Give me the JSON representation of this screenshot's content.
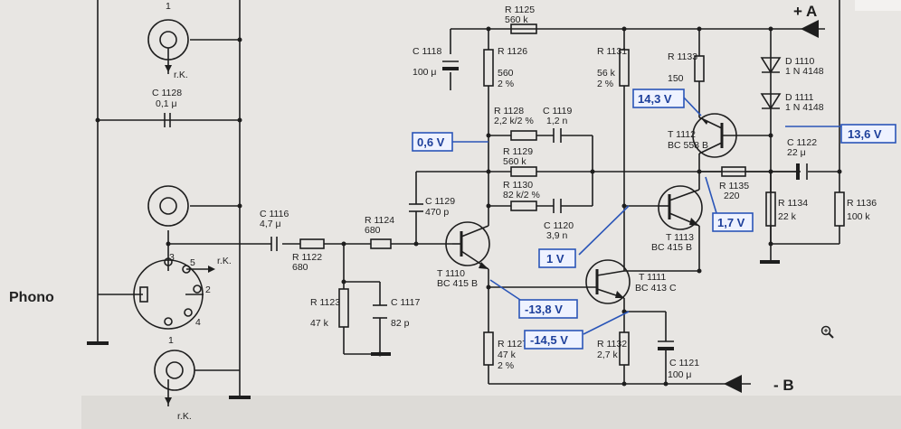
{
  "title": "Phono",
  "rails": {
    "pos": "+ A",
    "neg": "- B"
  },
  "jack_labels": {
    "top_pin": "1",
    "top_rk": "r.K.",
    "din_pins": [
      "3",
      "5",
      "2",
      "4",
      "1"
    ],
    "din_rk": "r.K.",
    "bottom_rk": "r.K."
  },
  "components": [
    {
      "id": "C 1128",
      "val": "0,1 μ"
    },
    {
      "id": "C 1116",
      "val": "4,7 μ"
    },
    {
      "id": "R 1122",
      "val": "680"
    },
    {
      "id": "R 1124",
      "val": "680"
    },
    {
      "id": "R 1123",
      "val": "47 k"
    },
    {
      "id": "C 1117",
      "val": "82 p"
    },
    {
      "id": "C 1129",
      "val": "470 p"
    },
    {
      "id": "C 1118",
      "val": "100 μ"
    },
    {
      "id": "R 1126",
      "val": "560",
      "tol": "2 %"
    },
    {
      "id": "R 1125",
      "val": "560 k"
    },
    {
      "id": "R 1128",
      "val": "2,2 k/2 %"
    },
    {
      "id": "C 1119",
      "val": "1,2 n"
    },
    {
      "id": "R 1129",
      "val": "560 k"
    },
    {
      "id": "R 1130",
      "val": "82 k/2 %"
    },
    {
      "id": "C 1120",
      "val": "3,9 n"
    },
    {
      "id": "T 1110",
      "val": "BC 415 B"
    },
    {
      "id": "R 1127",
      "val": "47 k",
      "tol": "2 %"
    },
    {
      "id": "R 1131",
      "val": "56 k",
      "tol": "2 %"
    },
    {
      "id": "R 1133",
      "val": "150"
    },
    {
      "id": "T 1112",
      "val": "BC 558 B"
    },
    {
      "id": "T 1113",
      "val": "BC 415 B"
    },
    {
      "id": "T 1111",
      "val": "BC 413 C"
    },
    {
      "id": "R 1132",
      "val": "2,7 k"
    },
    {
      "id": "C 1121",
      "val": "100 μ"
    },
    {
      "id": "D 1110",
      "val": "1 N 4148"
    },
    {
      "id": "D 1111",
      "val": "1 N 4148"
    },
    {
      "id": "C 1122",
      "val": "22 μ"
    },
    {
      "id": "R 1135",
      "val": "220"
    },
    {
      "id": "R 1134",
      "val": "22 k"
    },
    {
      "id": "R 1136",
      "val": "100 k"
    }
  ],
  "voltages": [
    "0,6 V",
    "14,3 V",
    "13,6 V",
    "1 V",
    "1,7 V",
    "-13,8 V",
    "-14,5 V"
  ],
  "icons": {
    "zoom": "magnifier-icon"
  }
}
